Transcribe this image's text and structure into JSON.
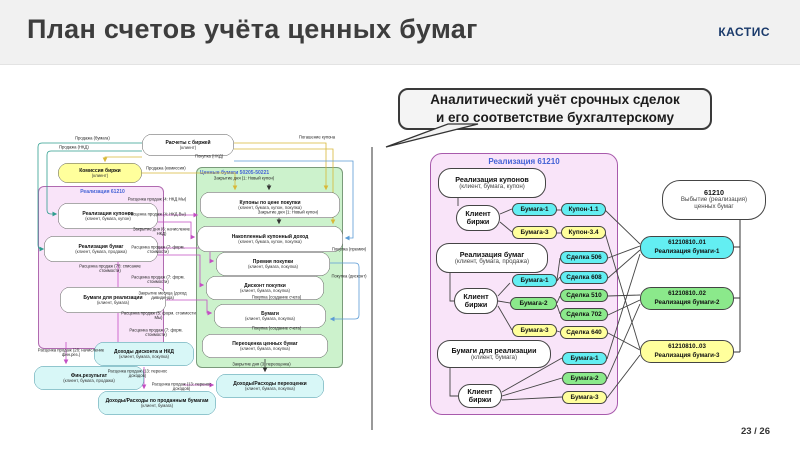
{
  "slide": {
    "title": "План счетов учёта ценных бумаг",
    "logo": "КАСТИС",
    "page": "23 / 26"
  },
  "callout": {
    "line1": "Аналитический учёт срочных сделок",
    "line2": "и его соответствие бухгалтерскому"
  },
  "colors": {
    "cyan": "#63eef2",
    "green": "#8be98b",
    "yellow": "#ffff9c",
    "pink_container": "#f9e4f9",
    "green_container": "#ccf2cc",
    "accent_blue": "#4462d6",
    "logo_navy": "#1a3a6b"
  },
  "left": {
    "pink_container": "Реализация 61210",
    "green_container": "Ценные бумаги 50205-50221",
    "nodes": [
      {
        "t": "Расчеты с биржей",
        "s": "(клиент)"
      },
      {
        "t": "Комиссия биржи",
        "s": "(клиент)"
      },
      {
        "t": "Реализация купонов",
        "s": "(клиент, бумага, купон)"
      },
      {
        "t": "Реализация бумаг",
        "s": "(клиент, бумага, продажа)"
      },
      {
        "t": "Бумаги для реализации",
        "s": "(клиент, бумага)"
      },
      {
        "t": "Купоны по цене покупки",
        "s": "(клиент, бумага, купон, покупка)"
      },
      {
        "t": "Накопленный купонный доход",
        "s": "(клиент, бумага, купон, покупка)"
      },
      {
        "t": "Премия покупки",
        "s": "(клиент, бумага, покупка)"
      },
      {
        "t": "Дисконт покупки",
        "s": "(клиент, бумага, покупка)"
      },
      {
        "t": "Бумаги",
        "s": "(клиент, бумага, покупка)"
      },
      {
        "t": "Переоценка ценных бумаг",
        "s": "(клиент, бумага, покупка)"
      },
      {
        "t": "Доходы дисконта и НКД",
        "s": "(клиент, бумага, покупка)"
      },
      {
        "t": "Фин.результат",
        "s": "(клиент, бумага, продажа)"
      },
      {
        "t": "Доходы/Расходы по проданным бумагам",
        "s": "(клиент, бумага)"
      },
      {
        "t": "Доходы/Расходы переоценки",
        "s": "(клиент, бумага, покупка)"
      }
    ],
    "labels": [
      "Продажа (бумага)",
      "Продажа (НКД)",
      "Продажа (комиссия)",
      "Покупка (НКД)",
      "Погашение купона",
      "Закрытие дня (1: Новый купон)",
      "Закрытие дня (1: Новый купон)",
      "Расценка продаж (4: НКД Мы)",
      "Расценка продаж (4: НКД Вы)",
      "Закрытие дня (6: начисление НКД)",
      "Расценка продаж (7: форм. стоимости)",
      "Расценка продаж (7: форм. стоимости)",
      "Закрытие месяца (доход дивиденда)",
      "Расценка продаж (5: форм. стоимости Мы)",
      "Расценка продаж (7: форм. стоимости)",
      "Расценка продаж (7б: списание стоимости)",
      "Расценка продаж (2б: начисление фин.рез.)",
      "Покупка (премия)",
      "Покупка (дисконт)",
      "Покупка (создание счета)",
      "Покупка (создание счета)",
      "Закрытие дня (3: переоценка)",
      "Расценка продаж (13: перенос доходов)",
      "Расценка продаж (13: перенос доходов)"
    ]
  },
  "right": {
    "container": "Реализация 61210",
    "ovals": [
      {
        "t": "Реализация купонов",
        "s": "(клиент, бумага, купон)"
      },
      {
        "t": "Клиент биржи"
      },
      {
        "t": "Реализация бумаг",
        "s": "(клиент, бумага, продажа)"
      },
      {
        "t": "Клиент биржи"
      },
      {
        "t": "Бумаги для реализации",
        "s": "(клиент, бумага)"
      },
      {
        "t": "Клиент биржи"
      },
      {
        "t": "61210",
        "s": "Выбытие (реализация)",
        "s2": "ценных бумаг"
      }
    ],
    "pills": [
      {
        "l": "Бумага-1",
        "c": "cyan"
      },
      {
        "l": "Купон-1.1",
        "c": "cyan"
      },
      {
        "l": "Бумага-3",
        "c": "yellow"
      },
      {
        "l": "Купон-3.4",
        "c": "yellow"
      },
      {
        "l": "Бумага-1",
        "c": "cyan"
      },
      {
        "l": "Сделка 506",
        "c": "cyan"
      },
      {
        "l": "Сделка 608",
        "c": "cyan"
      },
      {
        "l": "Бумага-2",
        "c": "green"
      },
      {
        "l": "Сделка 510",
        "c": "green"
      },
      {
        "l": "Сделка 702",
        "c": "green"
      },
      {
        "l": "Бумага-3",
        "c": "yellow"
      },
      {
        "l": "Сделка 640",
        "c": "yellow"
      },
      {
        "l": "Бумага-1",
        "c": "cyan"
      },
      {
        "l": "Бумага-2",
        "c": "green"
      },
      {
        "l": "Бумага-3",
        "c": "yellow"
      }
    ],
    "accounts": [
      {
        "code": "61210810..01",
        "name": "Реализация бумаги-1",
        "c": "cyan"
      },
      {
        "code": "61210810..02",
        "name": "Реализация бумаги-2",
        "c": "green"
      },
      {
        "code": "61210810..03",
        "name": "Реализация бумаги-3",
        "c": "yellow"
      }
    ]
  }
}
